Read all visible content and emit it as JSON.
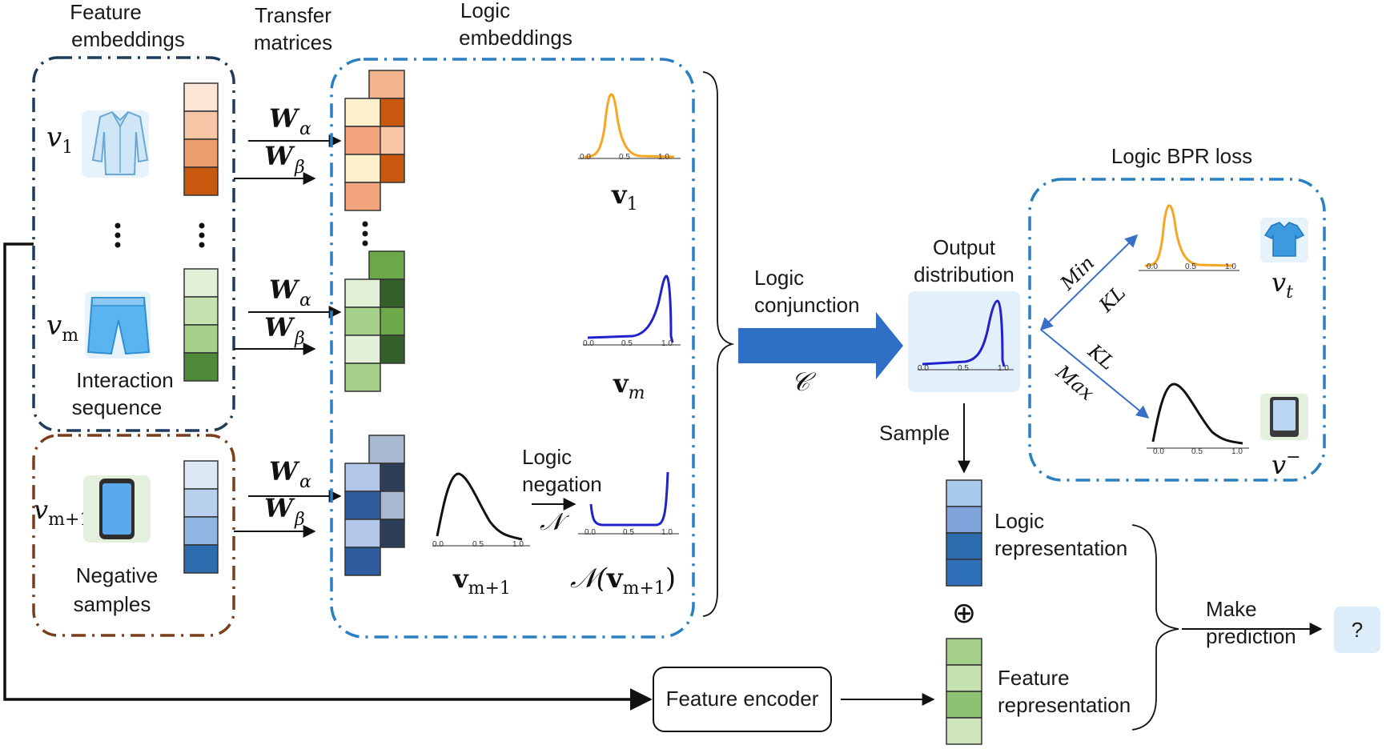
{
  "labels": {
    "feature_embeddings": [
      "Feature",
      "embeddings"
    ],
    "transfer_matrices": [
      "Transfer",
      "matrices"
    ],
    "logic_embeddings": [
      "Logic",
      "embeddings"
    ],
    "interaction_sequence": [
      "Interaction",
      "sequence"
    ],
    "negative_samples": [
      "Negative",
      "samples"
    ],
    "logic_negation": [
      "Logic",
      "negation"
    ],
    "logic_conjunction": [
      "Logic",
      "conjunction"
    ],
    "output_distribution": [
      "Output",
      "distribution"
    ],
    "logic_bpr_loss": "Logic BPR loss",
    "sample": "Sample",
    "logic_representation": [
      "Logic",
      "representation"
    ],
    "feature_representation": [
      "Feature",
      "representation"
    ],
    "make_prediction": [
      "Make",
      "prediction"
    ],
    "feature_encoder": "Feature encoder",
    "question": "?",
    "min_kl": [
      "Min",
      "KL"
    ],
    "max_kl": [
      "KL",
      "Max"
    ]
  },
  "math": {
    "v1": "v",
    "v1_sub": "1",
    "vm": "v",
    "vm_sub": "m",
    "vm1": "v",
    "vm1_sub": "m+1",
    "w_alpha": "W",
    "alpha": "α",
    "w_beta": "W",
    "beta": "β",
    "neg_op": "𝒩",
    "conj_op": "𝒞",
    "bold_v1": "v",
    "bold_v1_sub": "1",
    "bold_vm": "v",
    "bold_vm_sub": "m",
    "bold_vm1": "v",
    "bold_vm1_sub": "m+1",
    "neg_vm1_pre": "𝒩(",
    "neg_vm1_v": "v",
    "neg_vm1_sub": "m+1",
    "neg_vm1_post": ")",
    "vt": "v",
    "vt_sub": "t",
    "vneg": "v",
    "vneg_sup": "−",
    "oplus": "⊕"
  },
  "ticks": {
    "t0": "0.0",
    "t05": "0.5",
    "t1": "1.0"
  },
  "colors": {
    "interaction_box": "#1f3b5c",
    "logic_box": "#2a7fc1",
    "negative_box": "#7a3e1a",
    "bpr_box": "#2a7fc1",
    "orange_curve": "#f5a623",
    "blue_curve": "#2222cc",
    "conj_arrow": "#2f6fc4"
  }
}
